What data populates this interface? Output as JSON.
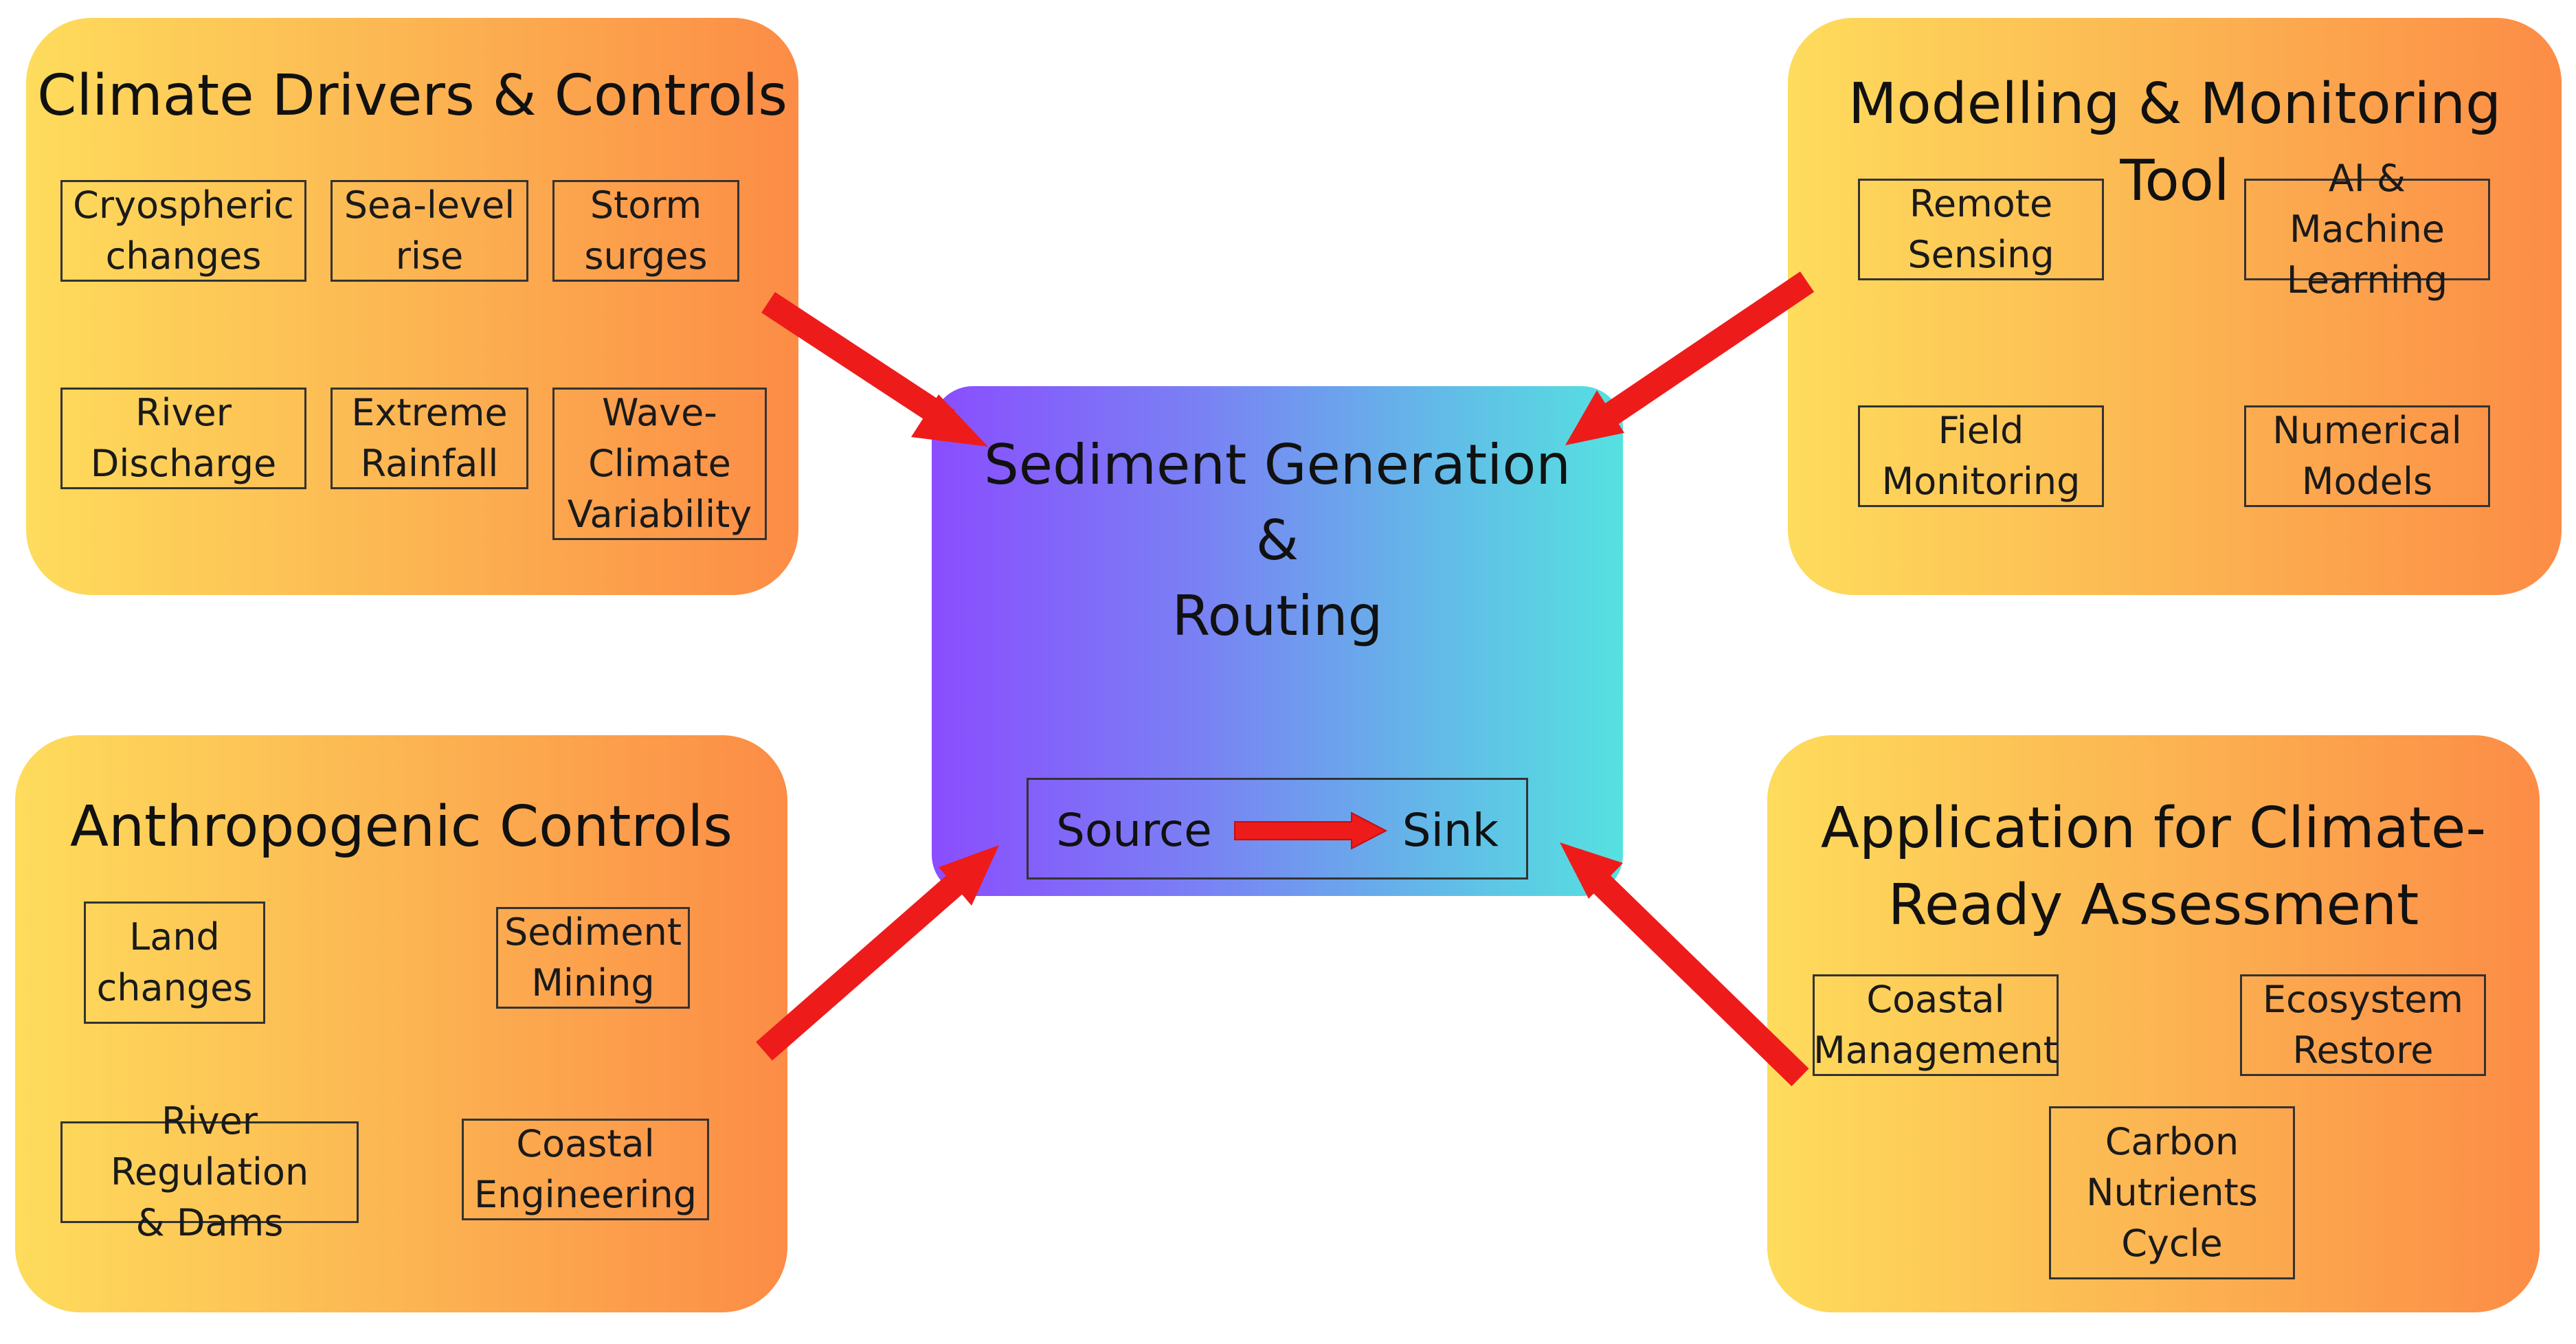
{
  "center": {
    "line1": "Sediment Generation",
    "line2": "&",
    "line3": "Routing",
    "source": "Source",
    "sink": "Sink"
  },
  "climate": {
    "title": "Climate Drivers & Controls",
    "items": [
      "Cryospheric\nchanges",
      "Sea-level\nrise",
      "Storm\nsurges",
      "River\nDischarge",
      "Extreme\nRainfall",
      "Wave-\nClimate\nVariability"
    ]
  },
  "modelling": {
    "title": "Modelling & Monitoring Tool",
    "items": [
      "Remote\nSensing",
      "AI & Machine\nLearning",
      "Field\nMonitoring",
      "Numerical\nModels"
    ]
  },
  "anthropogenic": {
    "title": "Anthropogenic Controls",
    "items": [
      "Land\nchanges",
      "Sediment\nMining",
      "River Regulation\n& Dams",
      "Coastal\nEngineering"
    ]
  },
  "application": {
    "title": "Application  for Climate-\nReady Assessment",
    "items": [
      "Coastal\nManagement",
      "Ecosystem\nRestore",
      "Carbon\nNutrients\nCycle"
    ]
  },
  "colors": {
    "panel_left": "#fedc5c",
    "panel_right": "#fc8c46",
    "center_left": "#8a4dfe",
    "center_right": "#55e1e0",
    "arrow": "#ee1b1b"
  }
}
